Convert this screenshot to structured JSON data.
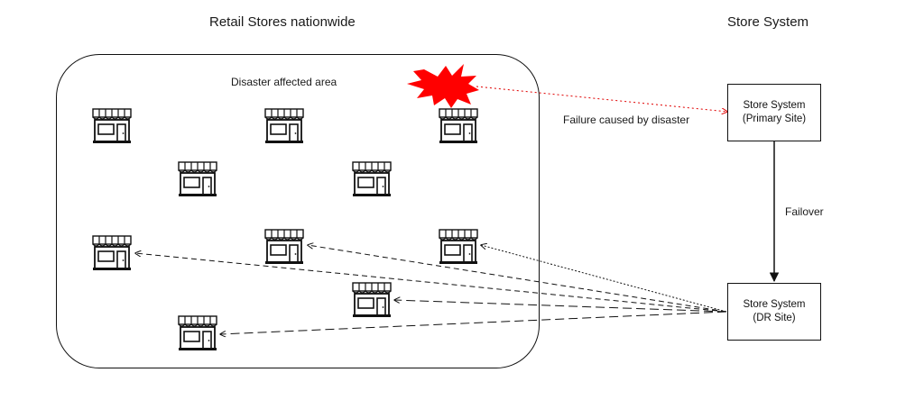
{
  "headers": {
    "stores_title": "Retail Stores nationwide",
    "system_title": "Store System"
  },
  "area": {
    "label": "Disaster affected area"
  },
  "primary_site": {
    "line1": "Store System",
    "line2": "(Primary Site)"
  },
  "dr_site": {
    "line1": "Store System",
    "line2": "(DR Site)"
  },
  "annotations": {
    "failure": "Failure caused by disaster",
    "failover": "Failover"
  },
  "colors": {
    "explosion": "#ff0000",
    "failure_line": "#e00000",
    "line": "#111111"
  },
  "icons": {
    "store": "storefront-icon",
    "disaster": "explosion-icon"
  }
}
